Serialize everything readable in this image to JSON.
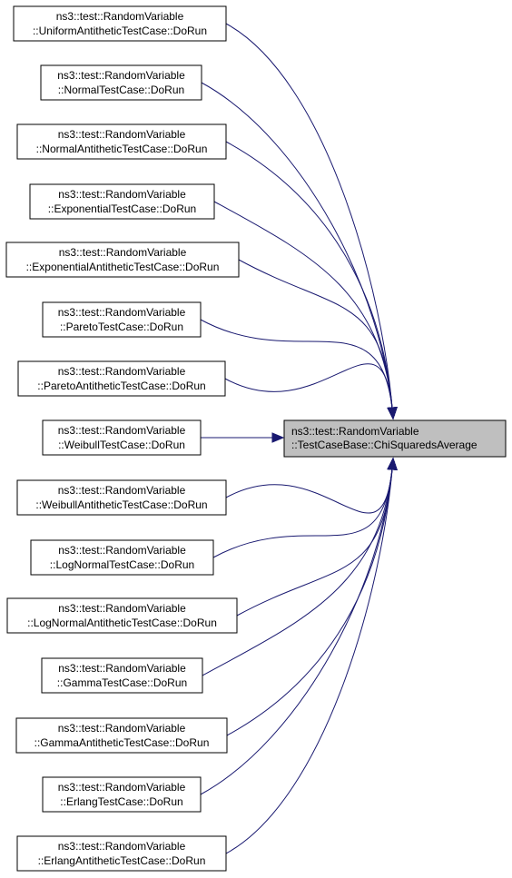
{
  "graph": {
    "target": {
      "line1": "ns3::test::RandomVariable",
      "line2": "::TestCaseBase::ChiSquaredsAverage"
    },
    "callers": [
      {
        "line1": "ns3::test::RandomVariable",
        "line2": "::UniformAntitheticTestCase::DoRun"
      },
      {
        "line1": "ns3::test::RandomVariable",
        "line2": "::NormalTestCase::DoRun"
      },
      {
        "line1": "ns3::test::RandomVariable",
        "line2": "::NormalAntitheticTestCase::DoRun"
      },
      {
        "line1": "ns3::test::RandomVariable",
        "line2": "::ExponentialTestCase::DoRun"
      },
      {
        "line1": "ns3::test::RandomVariable",
        "line2": "::ExponentialAntitheticTestCase::DoRun"
      },
      {
        "line1": "ns3::test::RandomVariable",
        "line2": "::ParetoTestCase::DoRun"
      },
      {
        "line1": "ns3::test::RandomVariable",
        "line2": "::ParetoAntitheticTestCase::DoRun"
      },
      {
        "line1": "ns3::test::RandomVariable",
        "line2": "::WeibullTestCase::DoRun"
      },
      {
        "line1": "ns3::test::RandomVariable",
        "line2": "::WeibullAntitheticTestCase::DoRun"
      },
      {
        "line1": "ns3::test::RandomVariable",
        "line2": "::LogNormalTestCase::DoRun"
      },
      {
        "line1": "ns3::test::RandomVariable",
        "line2": "::LogNormalAntitheticTestCase::DoRun"
      },
      {
        "line1": "ns3::test::RandomVariable",
        "line2": "::GammaTestCase::DoRun"
      },
      {
        "line1": "ns3::test::RandomVariable",
        "line2": "::GammaAntitheticTestCase::DoRun"
      },
      {
        "line1": "ns3::test::RandomVariable",
        "line2": "::ErlangTestCase::DoRun"
      },
      {
        "line1": "ns3::test::RandomVariable",
        "line2": "::ErlangAntitheticTestCase::DoRun"
      }
    ]
  },
  "colors": {
    "edge": "#191970",
    "target_fill": "#bfbfbf",
    "node_fill": "#ffffff",
    "node_border": "#000000"
  }
}
